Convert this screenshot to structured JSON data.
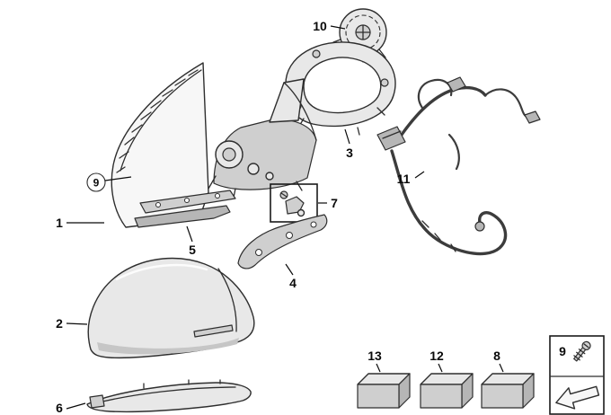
{
  "palette": {
    "background": "#ffffff",
    "outline": "#2e2e2e",
    "metal_light": "#e8e8e8",
    "metal_mid": "#cfcfcf",
    "cable": "#3c3c3c"
  },
  "callouts": {
    "c1": "1",
    "c2": "2",
    "c3": "3",
    "c4": "4",
    "c5": "5",
    "c6": "6",
    "c7": "7",
    "c8": "8",
    "c9": "9",
    "c10": "10",
    "c11": "11",
    "c12": "12",
    "c13": "13"
  },
  "legend": {
    "number": "9",
    "icons": [
      "screw-icon",
      "direction-arrow-icon"
    ]
  }
}
